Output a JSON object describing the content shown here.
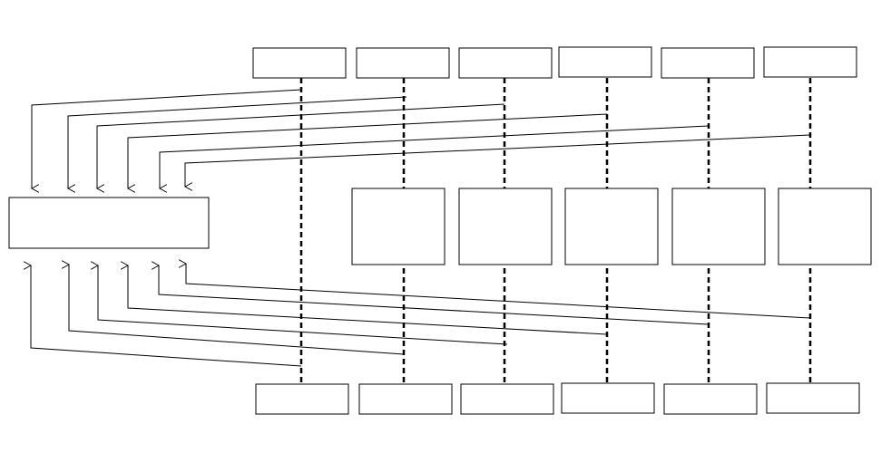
{
  "diagram": {
    "type": "block-diagram",
    "central_block": {
      "label": ""
    },
    "top_blocks": [
      {
        "label": ""
      },
      {
        "label": ""
      },
      {
        "label": ""
      },
      {
        "label": ""
      },
      {
        "label": ""
      },
      {
        "label": ""
      }
    ],
    "middle_blocks": [
      {
        "label": ""
      },
      {
        "label": ""
      },
      {
        "label": ""
      },
      {
        "label": ""
      },
      {
        "label": ""
      }
    ],
    "bottom_blocks": [
      {
        "label": ""
      },
      {
        "label": ""
      },
      {
        "label": ""
      },
      {
        "label": ""
      },
      {
        "label": ""
      },
      {
        "label": ""
      }
    ],
    "lifelines": 6,
    "incoming_arrows_top": 6,
    "outgoing_arrows_bottom": 6,
    "colors": {
      "stroke": "#000000",
      "background": "#ffffff"
    }
  }
}
